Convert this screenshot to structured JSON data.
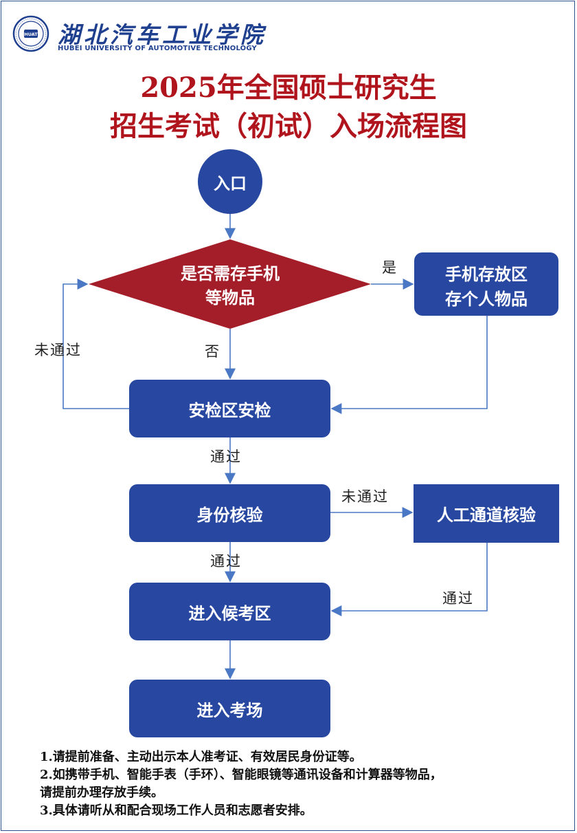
{
  "header": {
    "school_name_cn": "湖北汽车工业学院",
    "school_name_en": "HUBEI UNIVERSITY OF AUTOMOTIVE TECHNOLOGY",
    "seal_text": "HUAT"
  },
  "title": {
    "line1": "2025年全国硕士研究生",
    "line2": "招生考试（初试）入场流程图"
  },
  "nodes": {
    "entrance": "入口",
    "decision_line1": "是否需存手机",
    "decision_line2": "等物品",
    "phone_storage_line1": "手机存放区",
    "phone_storage_line2": "存个人物品",
    "security_check": "安检区安检",
    "id_check": "身份核验",
    "manual_check": "人工通道核验",
    "waiting_area": "进入候考区",
    "exam_room": "进入考场"
  },
  "edge_labels": {
    "yes": "是",
    "no": "否",
    "failed_security": "未通过",
    "passed_security": "通过",
    "failed_id": "未通过",
    "passed_id": "通过",
    "passed_manual": "通过"
  },
  "notes": [
    "1.请提前准备、主动出示本人准考证、有效居民身份证等。",
    "2.如携带手机、智能手表（手环）、智能眼镜等通讯设备和计算器等物品，",
    "请提前办理存放手续。",
    "3.具体请听从和配合现场工作人员和志愿者安排。"
  ],
  "colors": {
    "node_blue": "#2747a0",
    "decision_red": "#a41e2a",
    "title_red": "#b0141c",
    "arrow_blue": "#4a78c4"
  }
}
